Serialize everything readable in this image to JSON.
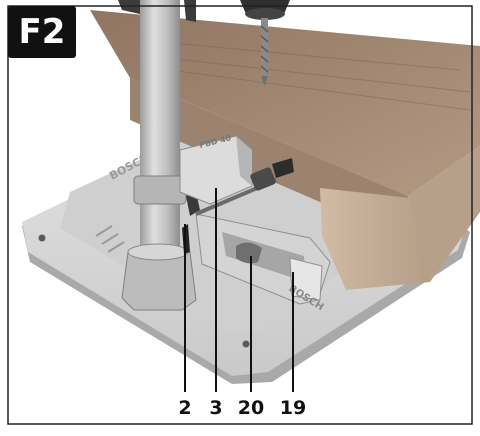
{
  "figure": {
    "tag": "F2"
  },
  "callouts": [
    {
      "id": "2",
      "label": "2"
    },
    {
      "id": "3",
      "label": "3"
    },
    {
      "id": "20",
      "label": "20"
    },
    {
      "id": "19",
      "label": "19"
    }
  ],
  "marks": {
    "brand_base": "BOSCH",
    "brand_holder": "BOSCH",
    "brand_clamp": "PBD 40"
  },
  "colors": {
    "base_plate": "#d7d7d7",
    "base_shadow": "#a9a9a9",
    "column": "#c2c2c2",
    "wood": "#a58a72",
    "wood_light": "#c9b29b",
    "text": "#111111"
  }
}
